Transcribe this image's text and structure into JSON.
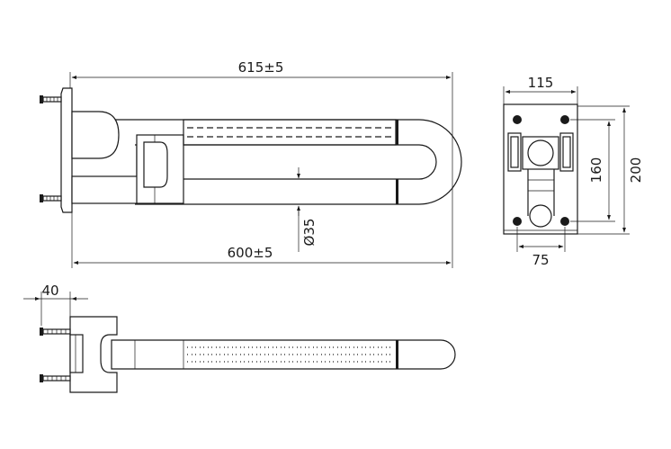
{
  "dimensions": {
    "overall_length": "615±5",
    "bar_length": "600±5",
    "tube_diameter": "Ø35",
    "plate_width": "115",
    "plate_height": "200",
    "hole_spacing_vertical": "160",
    "hole_spacing_horizontal": "75",
    "depth": "40"
  },
  "colors": {
    "line": "#1a1a1a",
    "background": "#ffffff"
  },
  "icons": {
    "mounting_hole": "filled-circle",
    "wall_screw": "threaded-screw"
  }
}
